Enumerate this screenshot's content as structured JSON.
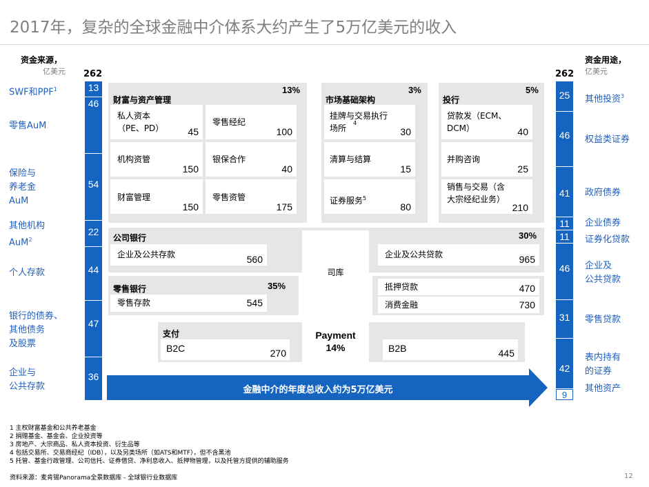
{
  "title": "2017年，复杂的全球金融中介体系大约产生了5万亿美元的收入",
  "sources": {
    "header": "资金来源，",
    "unit": "亿美元",
    "total": "262",
    "items": [
      {
        "label": "SWF和PPF",
        "sup": "1",
        "value": "13"
      },
      {
        "label": "零售AuM",
        "value": "46"
      },
      {
        "label": "保险与\n养老金\nAuM",
        "value": "54"
      },
      {
        "label": "其他机构\nAuM",
        "sup": "2",
        "value": "22"
      },
      {
        "label": "个人存款",
        "value": "44"
      },
      {
        "label": "银行的债券、\n其他债务\n及股票",
        "value": "47"
      },
      {
        "label": "企业与\n公共存款",
        "value": "36"
      }
    ]
  },
  "uses": {
    "header": "资金用途，",
    "unit": "亿美元",
    "total": "262",
    "items": [
      {
        "label": "其他投资",
        "sup": "3",
        "value": "25"
      },
      {
        "label": "权益类证券",
        "value": "46"
      },
      {
        "label": "政府债券",
        "value": "41"
      },
      {
        "label": "企业债券",
        "value": "11"
      },
      {
        "label": "证券化贷款",
        "value": "11"
      },
      {
        "label": "企业及\n公共贷款",
        "value": "46"
      },
      {
        "label": "零售贷款",
        "value": "31"
      },
      {
        "label": "表内持有\n的证券",
        "value": "42"
      },
      {
        "label": "其他资产",
        "value": "9"
      }
    ]
  },
  "wealth": {
    "title": "财富与资产管理",
    "pct": "13%",
    "boxes": [
      {
        "label": "私人资本\n（PE、PD）",
        "value": "45"
      },
      {
        "label": "零售经纪",
        "value": "100"
      },
      {
        "label": "机构资管",
        "value": "150"
      },
      {
        "label": "银保合作",
        "value": "40"
      },
      {
        "label": "财富管理",
        "value": "150"
      },
      {
        "label": "零售资管",
        "value": "175"
      }
    ]
  },
  "market": {
    "title": "市场基础架构",
    "pct": "3%",
    "boxes": [
      {
        "label": "挂牌与交易执行\n场所",
        "sup": "4",
        "value": "30"
      },
      {
        "label": "清算与结算",
        "value": "15"
      },
      {
        "label": "证券服务",
        "sup": "5",
        "value": "80"
      }
    ]
  },
  "ib": {
    "title": "投行",
    "pct": "5%",
    "boxes": [
      {
        "label": "贷款发（ECM、\nDCM）",
        "value": "40"
      },
      {
        "label": "并购咨询",
        "value": "25"
      },
      {
        "label": "销售与交易（含\n大宗经纪业务）",
        "value": "210"
      }
    ]
  },
  "corporate": {
    "title": "公司银行",
    "pct": "30%",
    "left": {
      "label": "企业及公共存款",
      "value": "560"
    },
    "right": {
      "label": "企业及公共贷款",
      "value": "965"
    }
  },
  "treasury": "司库",
  "retail": {
    "title": "零售银行",
    "pct": "35%",
    "left": {
      "label": "零售存款",
      "value": "545"
    },
    "right1": {
      "label": "抵押贷款",
      "value": "470"
    },
    "right2": {
      "label": "消费金融",
      "value": "730"
    }
  },
  "payment": {
    "title": "支付",
    "center_title": "Payment",
    "center_pct": "14%",
    "b2c": {
      "label": "B2C",
      "value": "270"
    },
    "b2b": {
      "label": "B2B",
      "value": "445"
    }
  },
  "arrow_text": "金融中介的年度总收入约为5万亿美元",
  "footnotes": [
    "1 主权财富基金和公共养老基金",
    "2 捐赠基金、基金会、企业投资等",
    "3 房地产、大宗商品、私人资本投资、衍生品等",
    "4 包括交易所、交易商经纪（IDB），以及另类场所（如ATS和MTF），但不含黑池",
    "5 托管、基金行政管理、公司信托、证券借贷、净利息收入、抵押物管理，以及托管方提供的辅助服务"
  ],
  "source_note": "资料来源：麦肯锡Panorama全景数据库 - 全球银行业数据库",
  "page_number": "12",
  "colors": {
    "accent": "#1565c0",
    "panel": "#e6e6e6",
    "label_blue": "#1f5fbf"
  }
}
